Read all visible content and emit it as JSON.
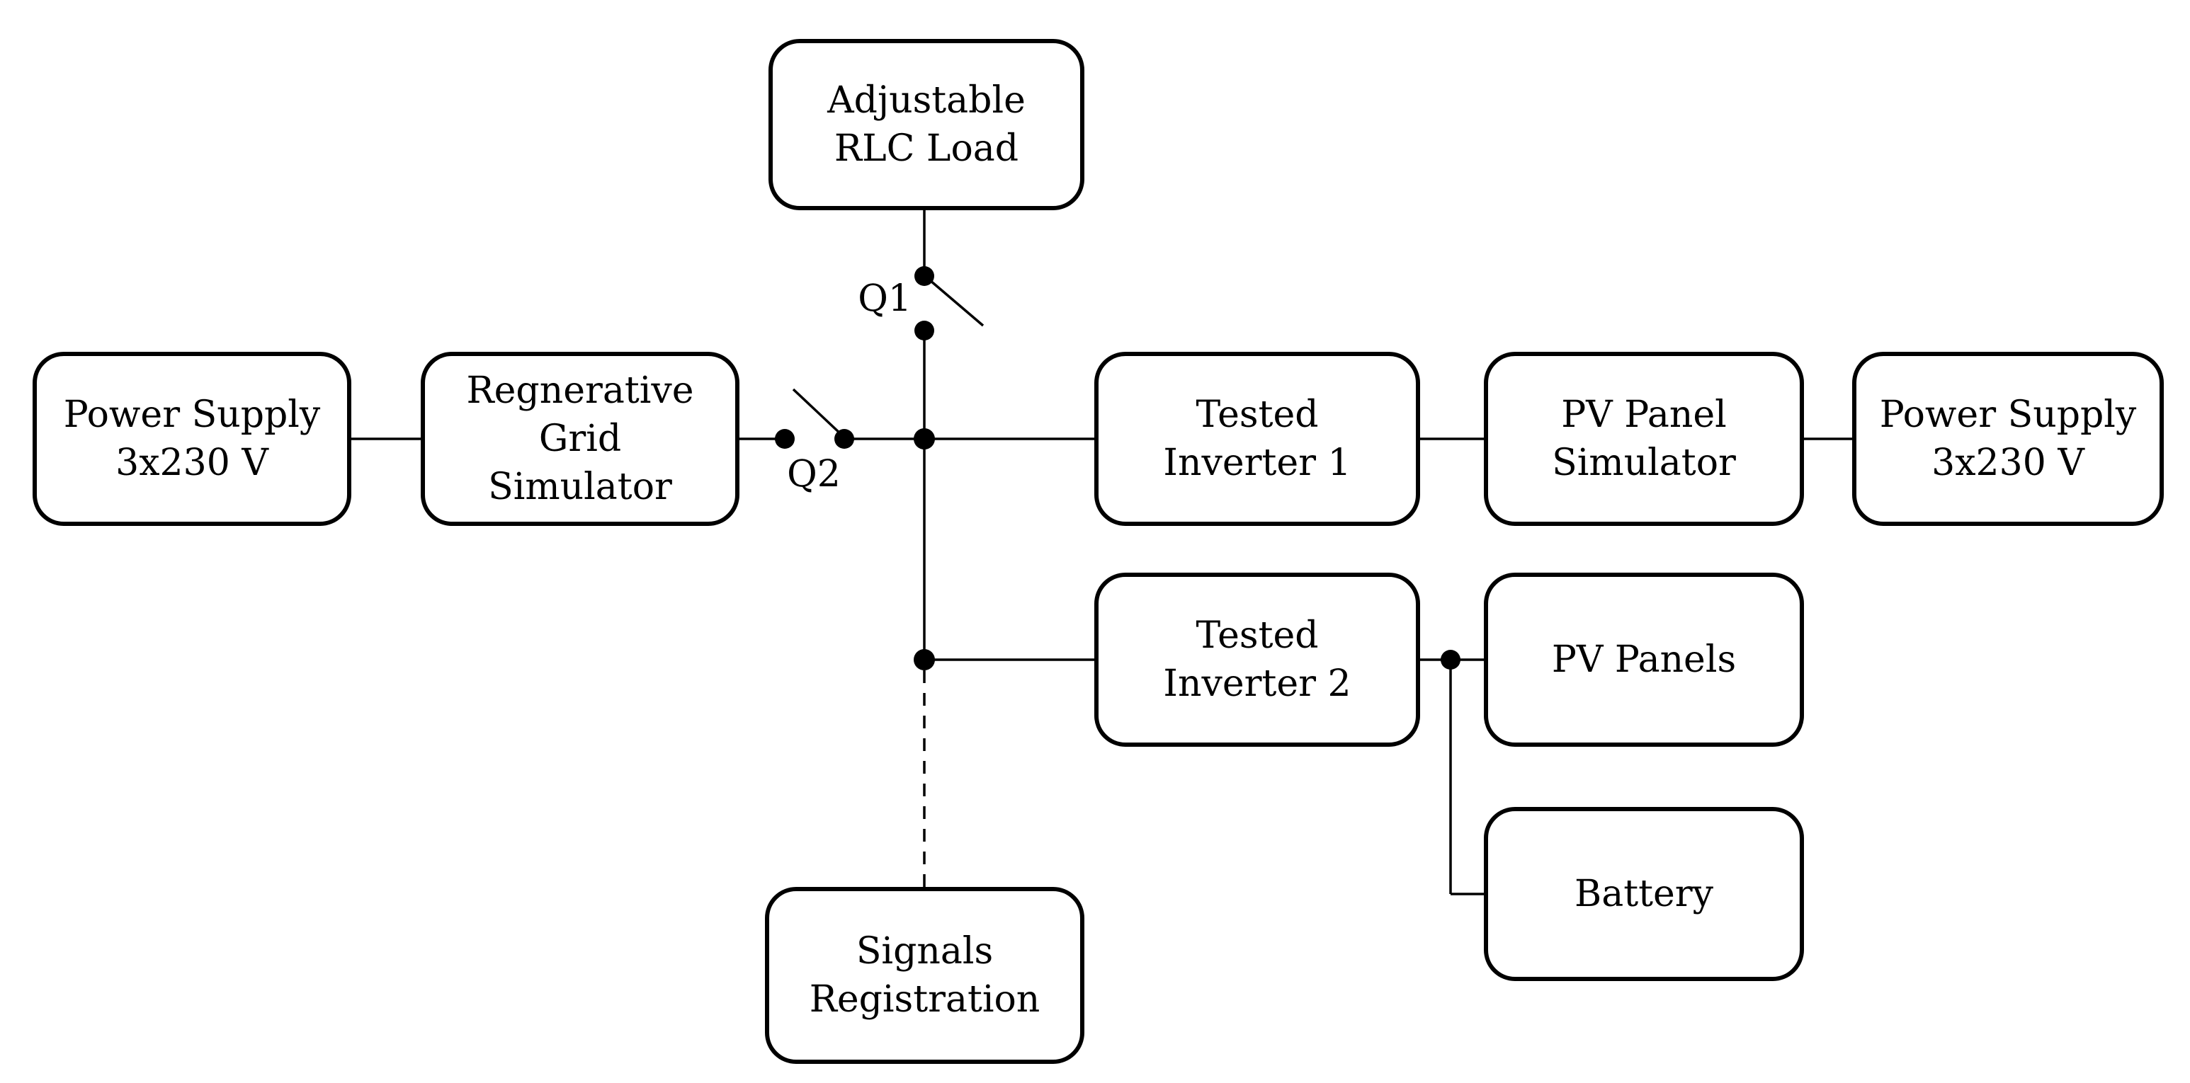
{
  "diagram": {
    "background": "#ffffff",
    "line_color": "#000000",
    "text_color": "#000000",
    "nodes": {
      "adjustable_rlc_load": {
        "label": "Adjustable\nRLC Load"
      },
      "power_supply_left": {
        "label": "Power Supply\n3x230 V"
      },
      "regenerative_grid_simulator": {
        "label": "Regnerative\nGrid\nSimulator"
      },
      "tested_inverter_1": {
        "label": "Tested\nInverter 1"
      },
      "pv_panel_simulator": {
        "label": "PV Panel\nSimulator"
      },
      "power_supply_right": {
        "label": "Power Supply\n3x230 V"
      },
      "tested_inverter_2": {
        "label": "Tested\nInverter 2"
      },
      "pv_panels": {
        "label": "PV Panels"
      },
      "battery": {
        "label": "Battery"
      },
      "signals_registration": {
        "label": "Signals\nRegistration"
      }
    },
    "switches": {
      "q1_label": "Q1",
      "q2_label": "Q2"
    },
    "edges": [
      {
        "from": "power_supply_left",
        "to": "regenerative_grid_simulator",
        "style": "solid"
      },
      {
        "from": "regenerative_grid_simulator",
        "to": "ac_bus",
        "via": "Q2",
        "style": "solid"
      },
      {
        "from": "adjustable_rlc_load",
        "to": "ac_bus",
        "via": "Q1",
        "style": "solid"
      },
      {
        "from": "ac_bus",
        "to": "tested_inverter_1",
        "style": "solid"
      },
      {
        "from": "tested_inverter_1",
        "to": "pv_panel_simulator",
        "style": "solid"
      },
      {
        "from": "pv_panel_simulator",
        "to": "power_supply_right",
        "style": "solid"
      },
      {
        "from": "ac_bus",
        "to": "tested_inverter_2",
        "style": "solid"
      },
      {
        "from": "tested_inverter_2",
        "to": "pv_panels",
        "style": "solid"
      },
      {
        "from": "tested_inverter_2",
        "to": "battery",
        "style": "solid"
      },
      {
        "from": "ac_bus",
        "to": "signals_registration",
        "style": "dashed"
      }
    ]
  }
}
